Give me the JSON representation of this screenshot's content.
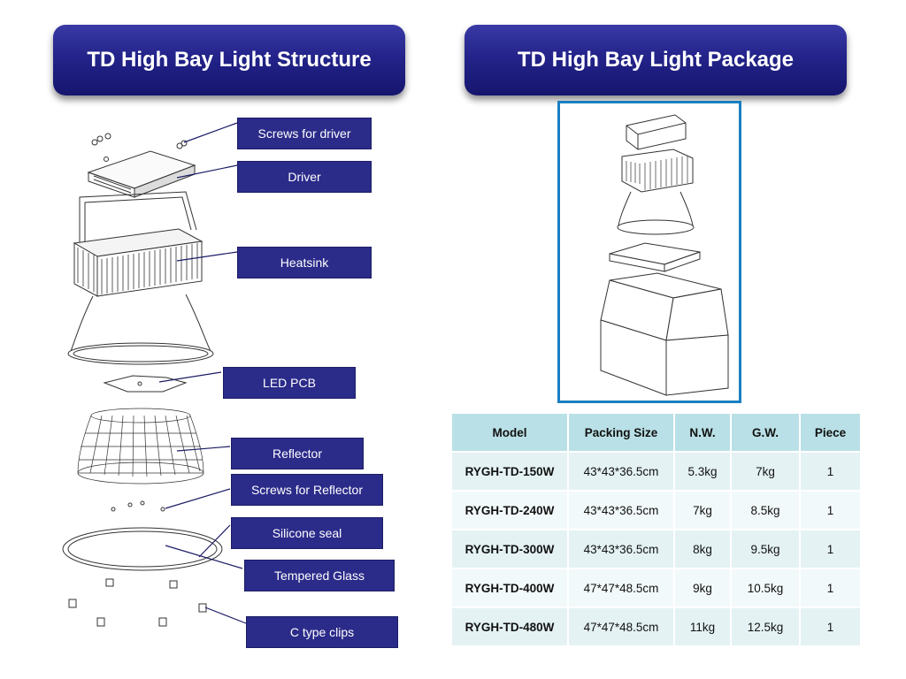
{
  "left_panel": {
    "title": "TD High Bay Light Structure",
    "labels": {
      "screws_driver": "Screws for driver",
      "driver": "Driver",
      "heatsink": "Heatsink",
      "led_pcb": "LED PCB",
      "reflector": "Reflector",
      "screws_reflector": "Screws for Reflector",
      "silicone_seal": "Silicone seal",
      "tempered_glass": "Tempered Glass",
      "c_clips": "C type clips"
    }
  },
  "right_panel": {
    "title": "TD High Bay Light Package",
    "table": {
      "headers": [
        "Model",
        "Packing Size",
        "N.W.",
        "G.W.",
        "Piece"
      ],
      "rows": [
        [
          "RYGH-TD-150W",
          "43*43*36.5cm",
          "5.3kg",
          "7kg",
          "1"
        ],
        [
          "RYGH-TD-240W",
          "43*43*36.5cm",
          "7kg",
          "8.5kg",
          "1"
        ],
        [
          "RYGH-TD-300W",
          "43*43*36.5cm",
          "8kg",
          "9.5kg",
          "1"
        ],
        [
          "RYGH-TD-400W",
          "47*47*48.5cm",
          "9kg",
          "10.5kg",
          "1"
        ],
        [
          "RYGH-TD-480W",
          "47*47*48.5cm",
          "11kg",
          "12.5kg",
          "1"
        ]
      ]
    }
  },
  "colors": {
    "banner": "#23238a",
    "label_bg": "#2b2b8a",
    "frame": "#1a7fc1",
    "table_header": "#b9e0e6"
  }
}
